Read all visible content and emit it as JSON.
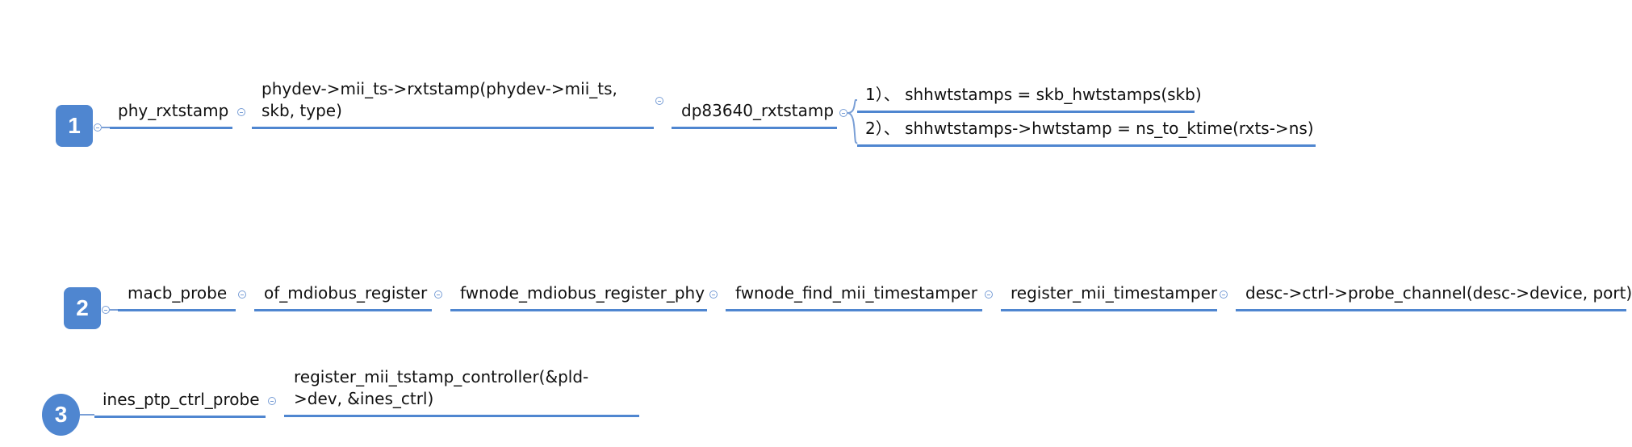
{
  "diagram": {
    "accent_color": "#4f86d0",
    "rows": [
      {
        "badge": "1",
        "nodes": [
          "phy_rxtstamp",
          "phydev->mii_ts->rxtstamp(phydev->mii_ts, skb, type)",
          "dp83640_rxtstamp"
        ],
        "branches": [
          "1）、 shhwtstamps = skb_hwtstamps(skb)",
          "2）、 shhwtstamps->hwtstamp = ns_to_ktime(rxts->ns)"
        ]
      },
      {
        "badge": "2",
        "nodes": [
          "macb_probe",
          "of_mdiobus_register",
          "fwnode_mdiobus_register_phy",
          "fwnode_find_mii_timestamper",
          "register_mii_timestamper",
          "desc->ctrl->probe_channel(desc->device, port)"
        ]
      },
      {
        "badge": "3",
        "nodes": [
          "ines_ptp_ctrl_probe",
          "register_mii_tstamp_controller(&pld->dev, &ines_ctrl)"
        ]
      }
    ]
  }
}
